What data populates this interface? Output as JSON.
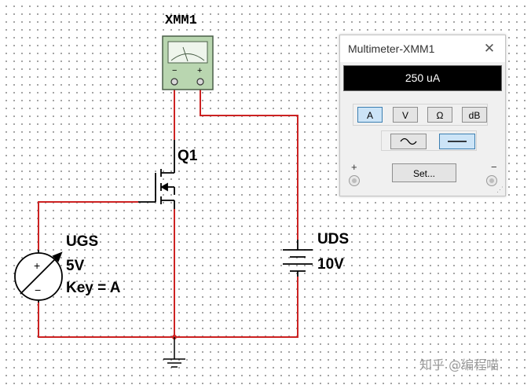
{
  "schematic": {
    "multimeter_ref": "XMM1",
    "transistor_ref": "Q1",
    "gate_source": {
      "name": "UGS",
      "value": "5V",
      "key": "Key = A"
    },
    "drain_source": {
      "name": "UDS",
      "value": "10V"
    },
    "meter_terminal_minus": "−",
    "meter_terminal_plus": "+",
    "gate_source_plus": "+",
    "gate_source_minus": "−"
  },
  "multimeter_window": {
    "title": "Multimeter-XMM1",
    "close_symbol": "✕",
    "reading": "250 uA",
    "mode_buttons": [
      "A",
      "V",
      "Ω",
      "dB"
    ],
    "active_mode": "A",
    "signal_buttons": [
      "AC",
      "DC"
    ],
    "active_signal": "DC",
    "set_label": "Set...",
    "terminal_plus": "+",
    "terminal_minus": "−"
  },
  "colors": {
    "wire_red": "#cc2222",
    "component": "#000000",
    "meter_green": "#b9d6b0",
    "active_button": "#cce4f7"
  },
  "watermark": "知乎 @编程喵"
}
